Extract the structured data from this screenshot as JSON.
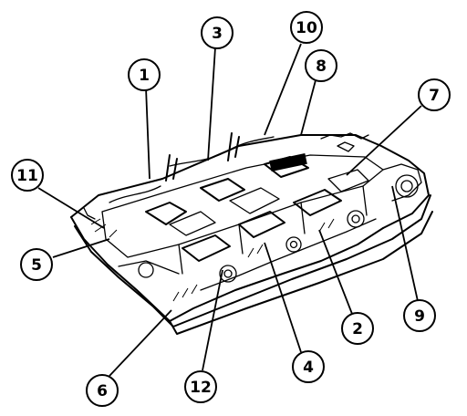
{
  "callouts": [
    {
      "label": "1"
    },
    {
      "label": "2"
    },
    {
      "label": "3"
    },
    {
      "label": "4"
    },
    {
      "label": "5"
    },
    {
      "label": "6"
    },
    {
      "label": "7"
    },
    {
      "label": "8"
    },
    {
      "label": "9"
    },
    {
      "label": "10"
    },
    {
      "label": "11"
    },
    {
      "label": "12"
    }
  ],
  "colors": {
    "ink": "#000000",
    "background": "#ffffff"
  }
}
